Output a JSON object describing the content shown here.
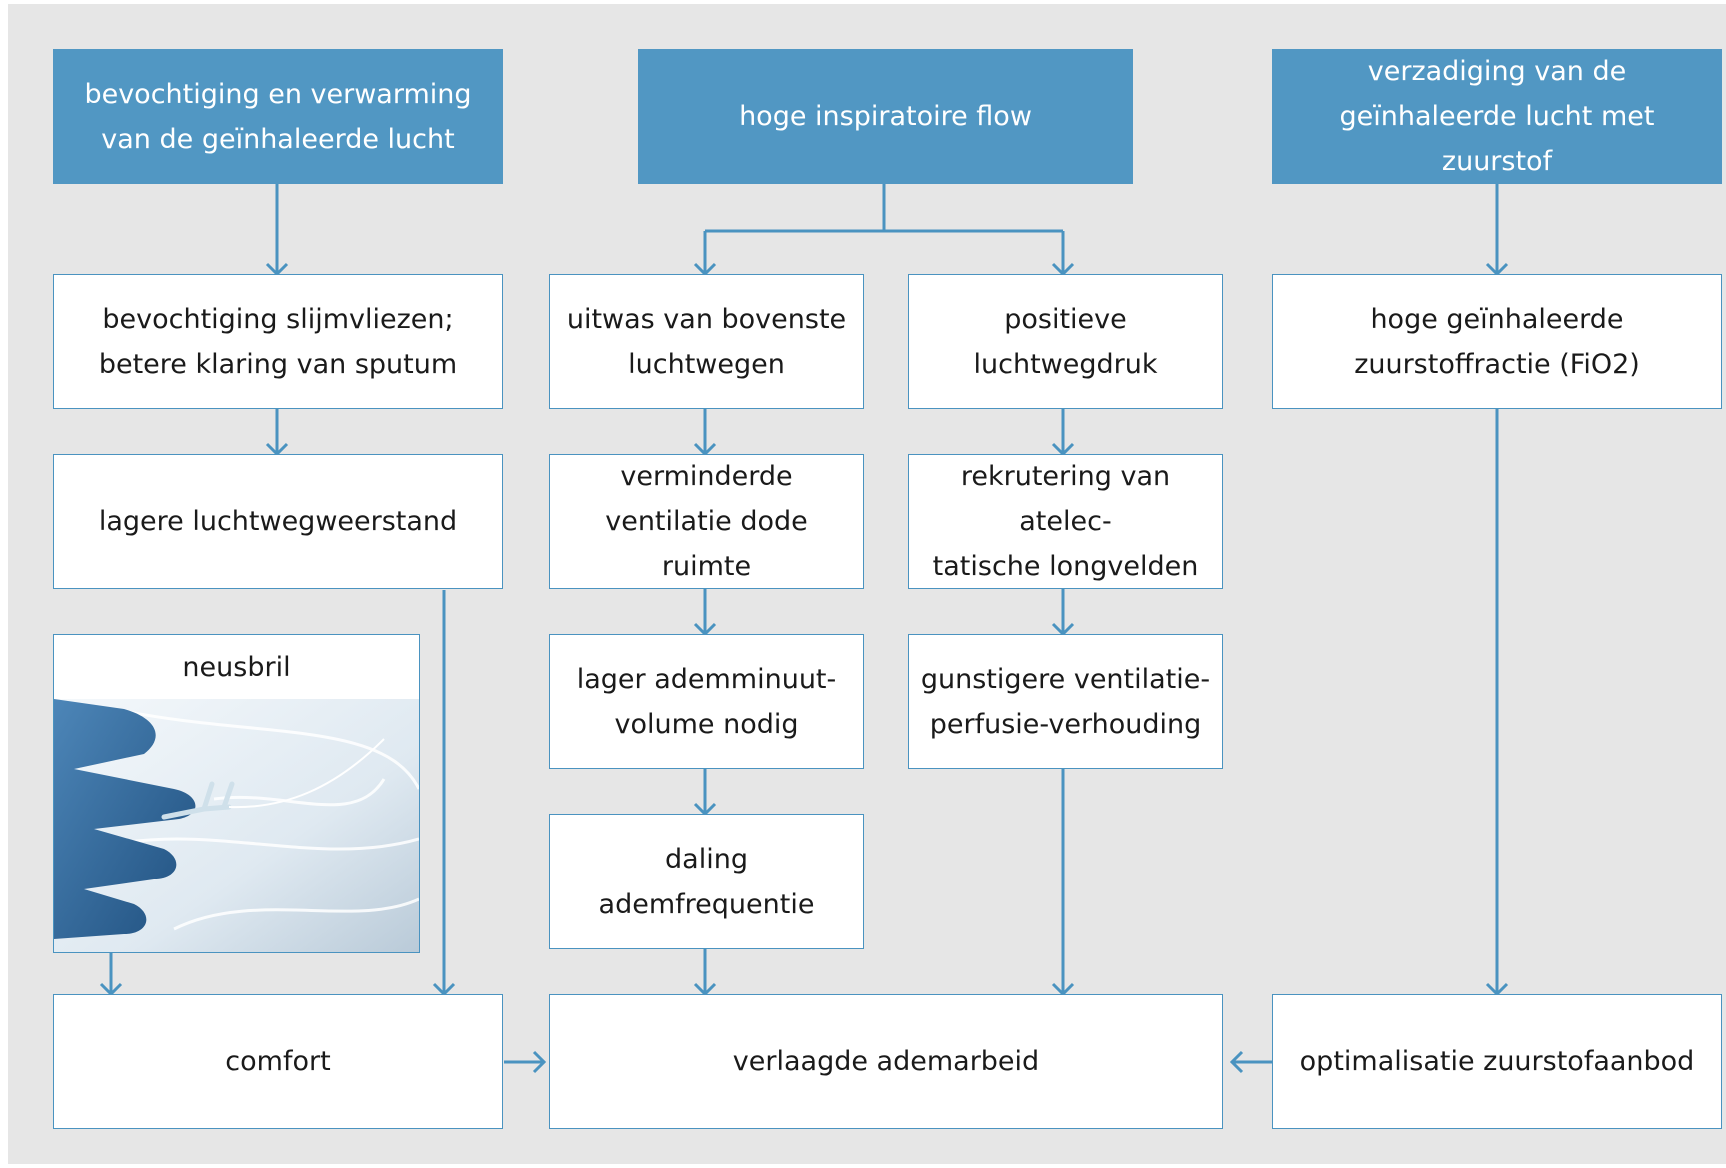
{
  "colors": {
    "background": "#e6e6e6",
    "header_fill": "#5197c3",
    "box_border": "#4a93c0",
    "arrow": "#4a93c0"
  },
  "headers": {
    "humidification": "bevochtiging en verwarming\nvan de geïnhaleerde lucht",
    "flow": "hoge inspiratoire flow",
    "oxygen": "verzadiging van de\ngeïnhaleerde lucht met zuurstof"
  },
  "nodes": {
    "mucosa": "bevochtiging slijmvliezen;\nbetere klaring van sputum",
    "resistance": "lagere luchtwegweerstand",
    "washout": "uitwas van bovenste\nluchtwegen",
    "deadspace": "verminderde\nventilatie dode ruimte",
    "minutevolume": "lager ademminuut-\nvolume nodig",
    "frequency": "daling\nademfrequentie",
    "pressure": "positieve\nluchtwegdruk",
    "recruitment": "rekrutering van atelec-\ntatische longvelden",
    "vq": "gunstigere ventilatie-\nperfusie-verhouding",
    "fio2": "hoge geïnhaleerde\nzuurstoffractie (FiO2)",
    "comfort": "comfort",
    "workofbreathing": "verlaagde ademarbeid",
    "oxygensupply": "optimalisatie zuurstofaanbod"
  },
  "photo": {
    "label": "neusbril",
    "depicts": "nasal-cannula-photo"
  }
}
